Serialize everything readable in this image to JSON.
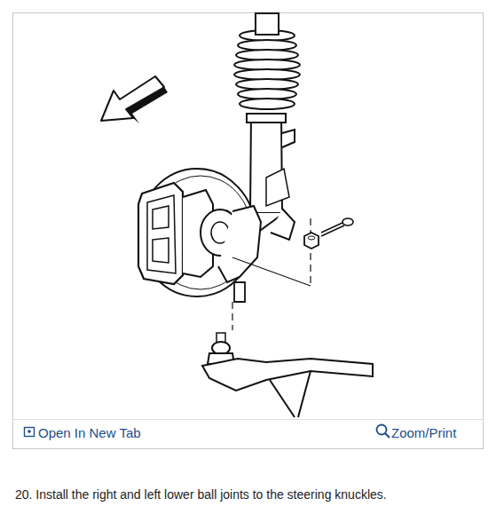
{
  "diagram": {
    "labels": [
      "Open In New Tab",
      "Zoom/Print",
      "20. Install the right and left lower ball joints to the steering knuckles."
    ]
  }
}
